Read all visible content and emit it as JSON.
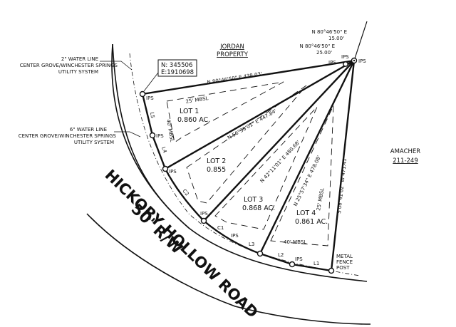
{
  "title": {
    "neighbor_north": "JORDAN",
    "neighbor_north_2": "PROPERTY",
    "neighbor_east": "AMACHER",
    "neighbor_east_ref": "211-249",
    "road_name": "HICKORY HOLLOW ROAD",
    "road_row": "50' R/W"
  },
  "coords": {
    "northing": "N: 345506",
    "easting": "E:1910698"
  },
  "utilities": [
    {
      "line1": "2\" WATER LINE",
      "line2": "CENTER GROVE/WINCHESTER SPRINGS",
      "line3": "UTILITY SYSTEM"
    },
    {
      "line1": "6\" WATER LINE",
      "line2": "CENTER GROVE/WINCHESTER SPRINGS",
      "line3": "UTILITY SYSTEM"
    }
  ],
  "bearings": {
    "top_1": "N 80°46'50\" E",
    "top_1_dist": "15.00'",
    "top_2": "N 80°46'50\" E",
    "top_2_dist": "25.00'",
    "north_line": "N 80°46'50\" E  438.03'",
    "lot1_2": "N 56°38'01\" E  447.84'",
    "lot2_3": "N 42°11'01\" E  480.68'",
    "lot3_4": "N 25°57'34\" E  478.08'",
    "east_line": "S 06°41'02\" W  471.41'"
  },
  "lots": [
    {
      "name": "LOT 1",
      "area": "0.860 AC."
    },
    {
      "name": "LOT 2",
      "area": "0.855"
    },
    {
      "name": "LOT 3",
      "area": "0.868 AC."
    },
    {
      "name": "LOT 4",
      "area": "0.861 AC."
    }
  ],
  "setbacks": {
    "mbsl25": "25' MBSL",
    "mbsl40": "40' MBSL"
  },
  "segments": {
    "l5": "L5",
    "l4": "L4",
    "c2": "C2",
    "c1": "C1",
    "l3": "L3",
    "l2": "L2",
    "l1": "L1"
  },
  "markers": {
    "ips": "IPS",
    "fence_1": "METAL",
    "fence_2": "FENCE",
    "fence_3": "POST"
  }
}
